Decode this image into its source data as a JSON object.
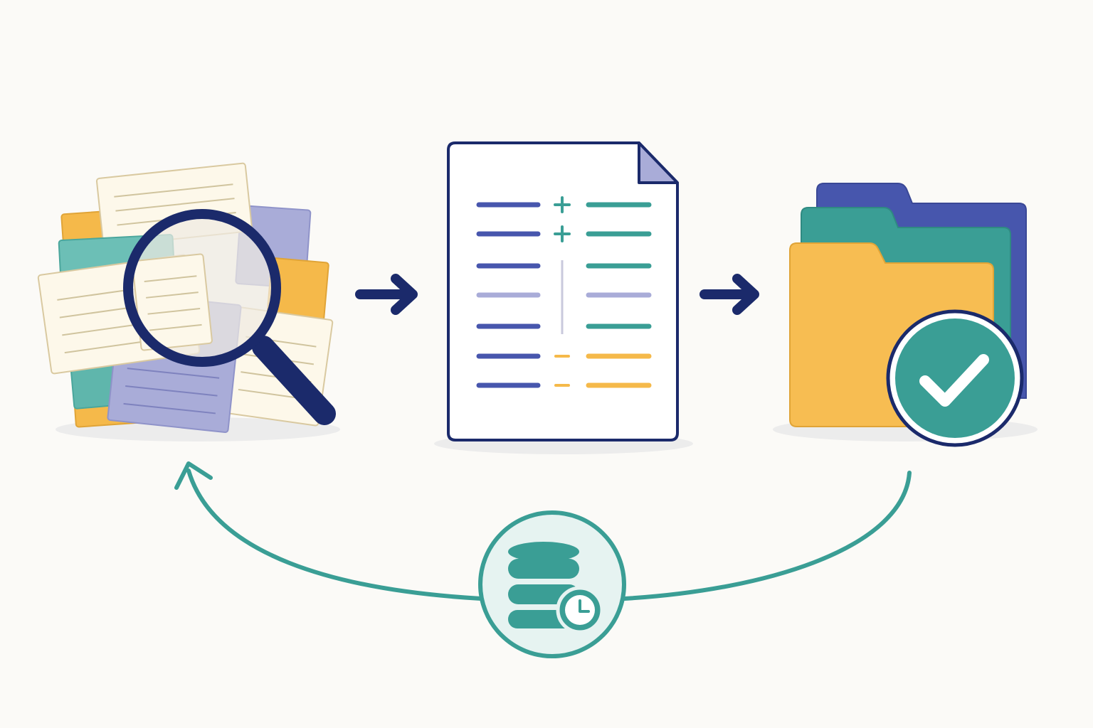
{
  "colors": {
    "background": "#fbfaf7",
    "navy": "#1b2a6b",
    "indigo": "#4756ad",
    "teal": "#3a9e95",
    "teal_light": "#6cbfb6",
    "yellow": "#f5b94a",
    "lavender": "#a9acd8",
    "cream": "#fdf8ea",
    "shadow": "#ececec"
  },
  "icons": {
    "search": "magnifying-glass-icon",
    "document": "diff-document-icon",
    "folder": "folder-stack-icon",
    "check": "checkmark-badge-icon",
    "database": "database-clock-icon",
    "arrow": "arrow-right-icon",
    "loop": "return-arrow-icon"
  },
  "diff_rows": [
    {
      "marker": "plus",
      "left": "indigo",
      "right": "teal"
    },
    {
      "marker": "plus",
      "left": "indigo",
      "right": "teal"
    },
    {
      "marker": "bar",
      "left": "indigo",
      "right": "teal"
    },
    {
      "marker": "bar",
      "left": "lavender",
      "right": "lavender"
    },
    {
      "marker": "bar",
      "left": "indigo",
      "right": "teal"
    },
    {
      "marker": "minus",
      "left": "indigo",
      "right": "yellow"
    },
    {
      "marker": "minus",
      "left": "indigo",
      "right": "yellow"
    }
  ]
}
